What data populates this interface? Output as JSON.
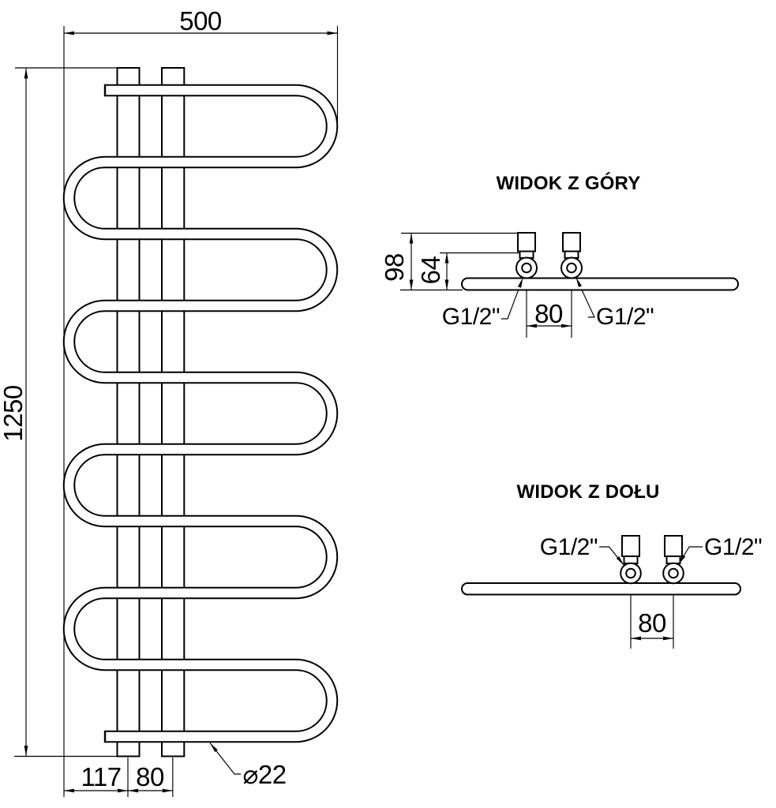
{
  "drawing": {
    "background_color": "#ffffff",
    "line_color": "#000000",
    "kind": "radiator technical drawing"
  },
  "front_view": {
    "width_dim": "500",
    "height_dim": "1250",
    "offset_dim": "117",
    "spacing_dim": "80",
    "tube_diameter": "⌀22"
  },
  "top_view": {
    "title": "WIDOK Z GÓRY",
    "depth_dim": "98",
    "pipe_depth_dim": "64",
    "spacing_dim": "80",
    "thread_left": "G1/2\"",
    "thread_right": "G1/2\""
  },
  "bottom_view": {
    "title": "WIDOK Z DOŁU",
    "spacing_dim": "80",
    "thread_left": "G1/2\"",
    "thread_right": "G1/2\""
  }
}
